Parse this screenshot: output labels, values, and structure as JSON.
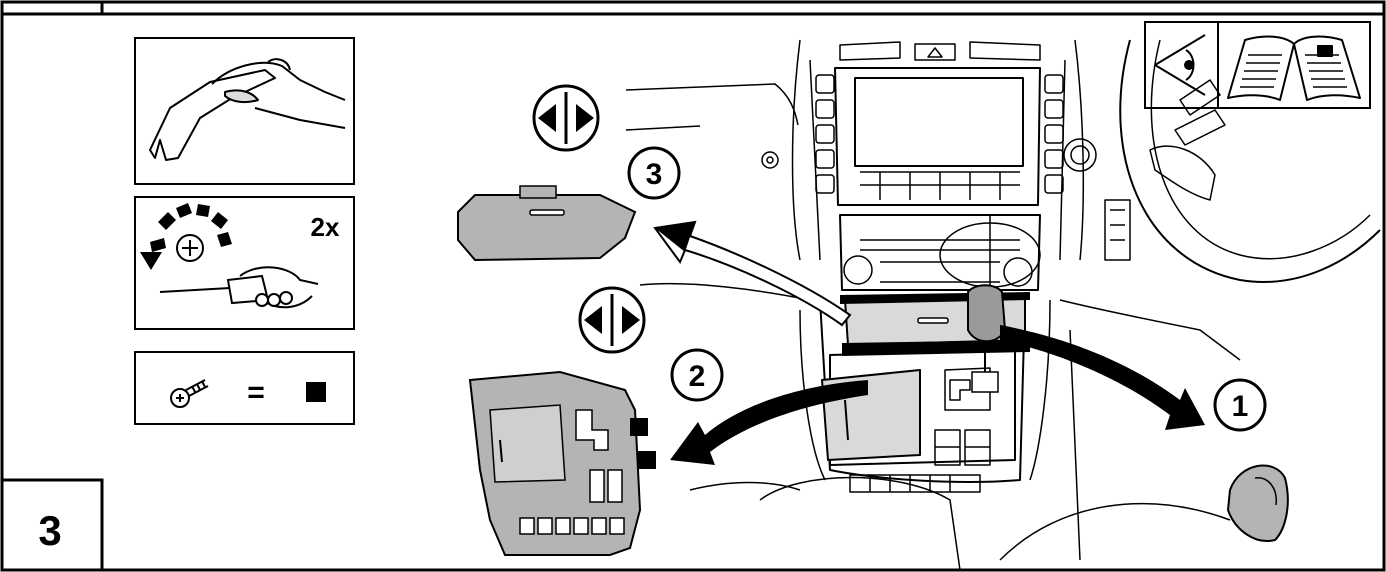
{
  "step": {
    "number": "3"
  },
  "tools": {
    "screwdriver_count": "2x",
    "screw_legend_equals": "="
  },
  "callouts": {
    "step_1": "1",
    "step_2": "2",
    "step_3": "3"
  },
  "icons": {
    "pry_tool": "hand-pry-tool-icon",
    "screwdriver": "screwdriver-turn-icon",
    "screw": "screw-icon",
    "clip_release": "clip-release-icon",
    "eye": "eye-icon",
    "manual": "open-book-icon",
    "removed_square": "black-square-marker"
  },
  "colors": {
    "line": "#000000",
    "panel_fill": "#b4b4b4",
    "light_fill": "#d9d9d9",
    "background": "#ffffff"
  }
}
